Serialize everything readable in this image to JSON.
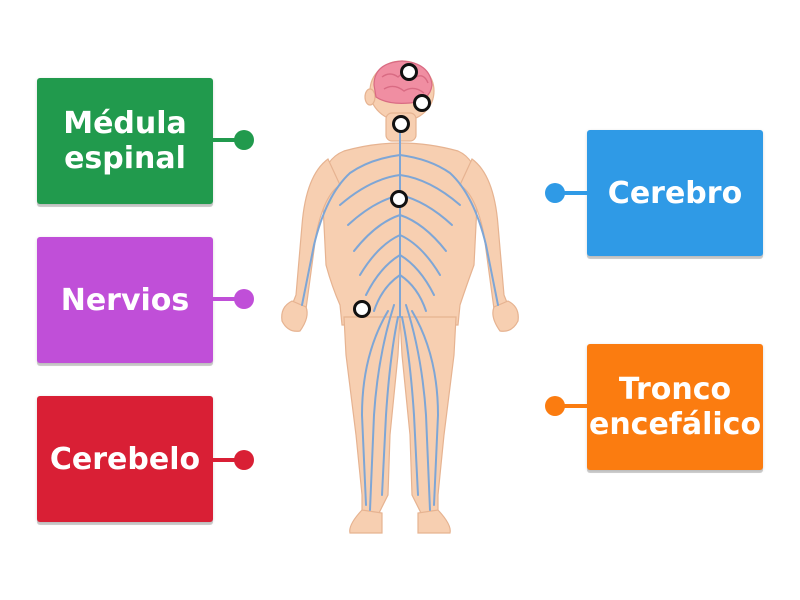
{
  "labels": {
    "medula": {
      "text": "Médula espinal",
      "color": "#219a4d"
    },
    "nervios": {
      "text": "Nervios",
      "color": "#c04fd8"
    },
    "cerebelo": {
      "text": "Cerebelo",
      "color": "#d91f35"
    },
    "cerebro": {
      "text": "Cerebro",
      "color": "#2f9ae6"
    },
    "tronco": {
      "text": "Tronco encefálico",
      "color": "#fb7c10"
    }
  },
  "figure": {
    "skin_color": "#f7cfb1",
    "nerve_color": "#7ea6d6",
    "brain_color": "#f08ea2"
  }
}
